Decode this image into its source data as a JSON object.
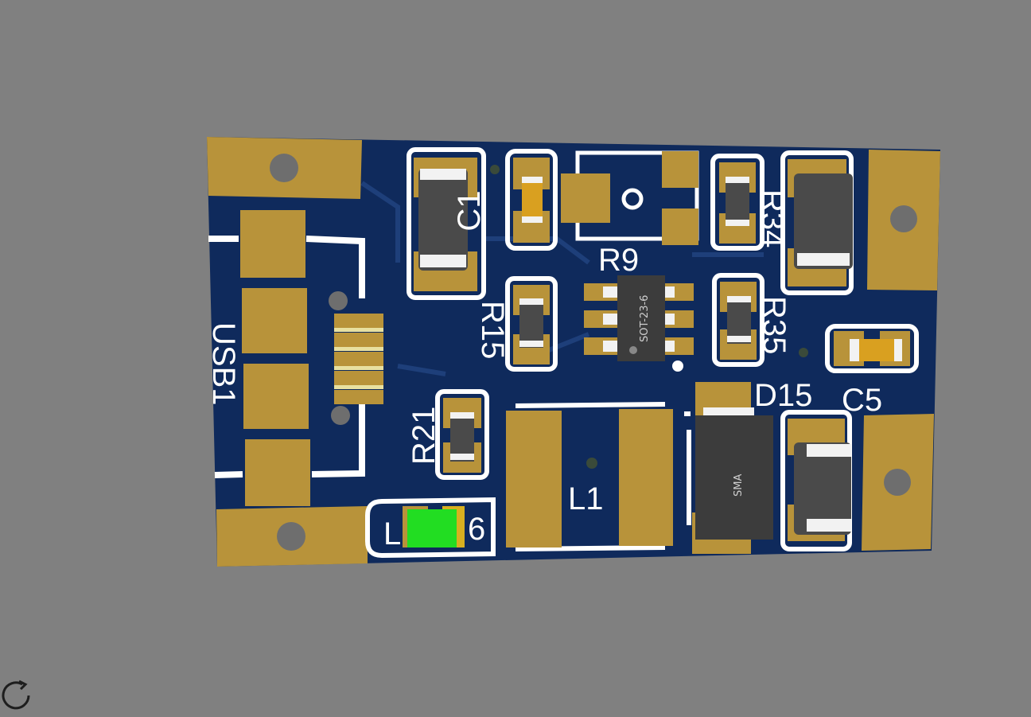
{
  "viewer": {
    "background_color": "#808080",
    "reset_view_icon": "rotate-icon"
  },
  "board": {
    "substrate_color": "#0f2a5c",
    "copper_color": "#b8933a",
    "silkscreen_color": "#ffffff",
    "component_color": "#4a4a4a",
    "led_color": "#22dd22",
    "labels": {
      "usb": "USB1",
      "c1": "C1",
      "r9": "R9",
      "r34": "R34",
      "r15": "R15",
      "r35": "R35",
      "c5": "C5",
      "d15": "D15",
      "r21": "R21",
      "l1": "L1",
      "led_suffix": "6",
      "led_prefix": "L"
    },
    "package_labels": {
      "ic": "SOT-23-6",
      "diode": "SMA"
    }
  }
}
